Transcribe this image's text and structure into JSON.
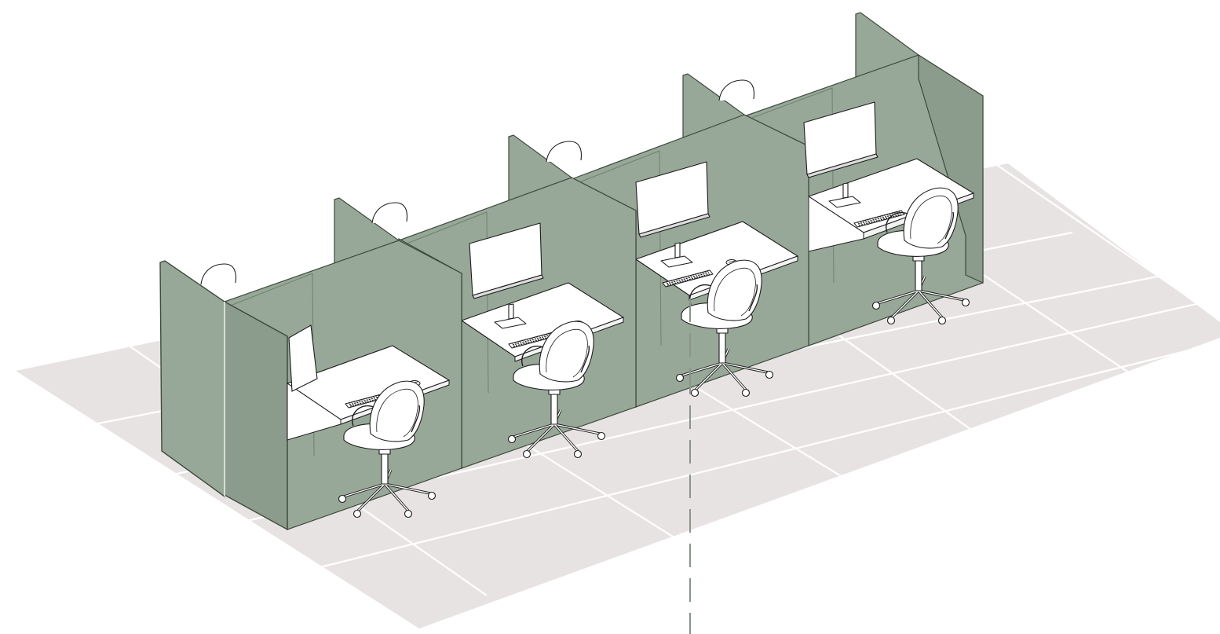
{
  "scene": {
    "kind": "isometric office drawing",
    "workstations": 4,
    "colors": {
      "background": "#ffffff",
      "floor": "#e8e3e3",
      "floor_grid": "#ffffff",
      "panel": "#98a898",
      "panel_dark": "#7f907f",
      "panel_edge": "#3d4a3d",
      "desk": "#ffffff",
      "outline": "#1c1c1c",
      "section_line": "#8a948a"
    },
    "icons": [
      "workstation-booth",
      "monitor-icon",
      "keyboard-icon",
      "mouse-icon",
      "office-chair-icon",
      "section-cut-line"
    ]
  }
}
